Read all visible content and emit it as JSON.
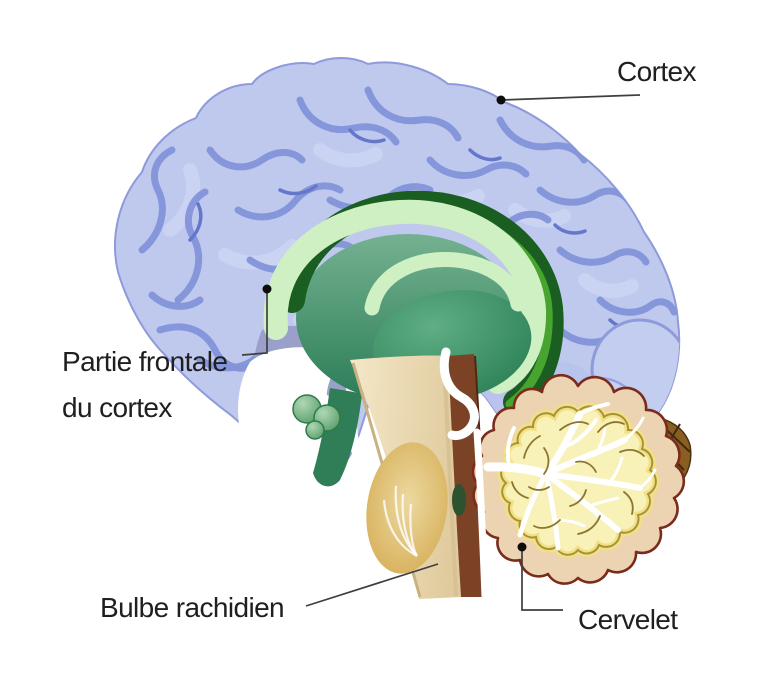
{
  "figure": {
    "description": "Sagittal diagram of the human brain with four French anatomical labels",
    "language": "fr"
  },
  "labels": {
    "cortex": "Cortex",
    "frontal_line1": "Partie frontale",
    "frontal_line2": "du cortex",
    "bulbe": "Bulbe rachidien",
    "cervelet": "Cervelet"
  },
  "colors": {
    "background": "#ffffff",
    "label_text": "#1f1f1f",
    "leader_line": "#3f3f3f",
    "cortex_fill": "#bfc9ee",
    "cortex_outline": "#8e9ada",
    "sulci": "#8393d9",
    "sulci_deep": "#6577cb",
    "gyri_highlight": "#cdd5f3",
    "frontal_shadow": "#9aa0c9",
    "limbic_dark_green": "#1b5e21",
    "limbic_bright_green": "#47a52f",
    "limbic_light_green": "#cff0c2",
    "limbic_teal": "#3d8e67",
    "thalamus_green": "#2f8a5d",
    "pituitary_green": "#7fc091",
    "stem_tan": "#ead9b6",
    "pons_gold": "#d9b360",
    "stem_brown": "#7b4226",
    "cerebellum_rim": "#ecd3b2",
    "cerebellum_outline": "#7a2b1b",
    "cerebellum_folia": "#f8f1b8",
    "folia_line": "#8a7630",
    "arbor_white": "#ffffff",
    "dark_band_brown": "#8a5e20",
    "midbrain_brown": "#8a6a50",
    "dark_green_shadow": "#1d5936"
  }
}
